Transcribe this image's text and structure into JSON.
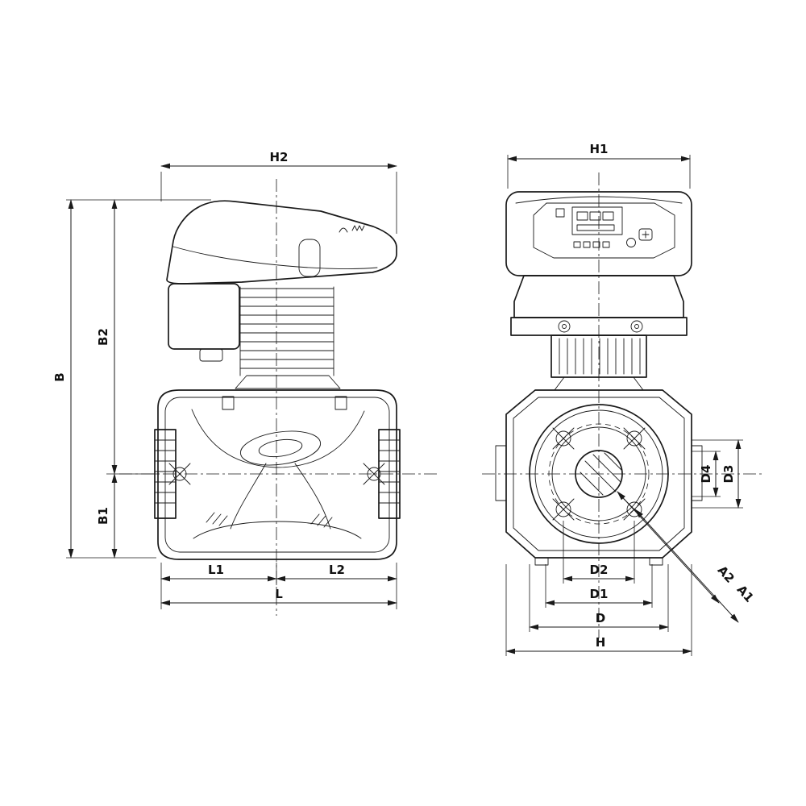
{
  "drawing": {
    "colors": {
      "background": "#ffffff",
      "line": "#1a1a1a",
      "label": "#111111"
    },
    "side_view": {
      "dimension_labels": {
        "h2": "H2",
        "b": "B",
        "b2": "B2",
        "b1": "B1",
        "l1": "L1",
        "l2": "L2",
        "l": "L"
      }
    },
    "front_view": {
      "dimension_labels": {
        "h1": "H1",
        "d4": "D4",
        "d3": "D3",
        "d2": "D2",
        "d1": "D1",
        "d": "D",
        "h": "H",
        "a2": "A2",
        "a1": "A1"
      }
    }
  }
}
